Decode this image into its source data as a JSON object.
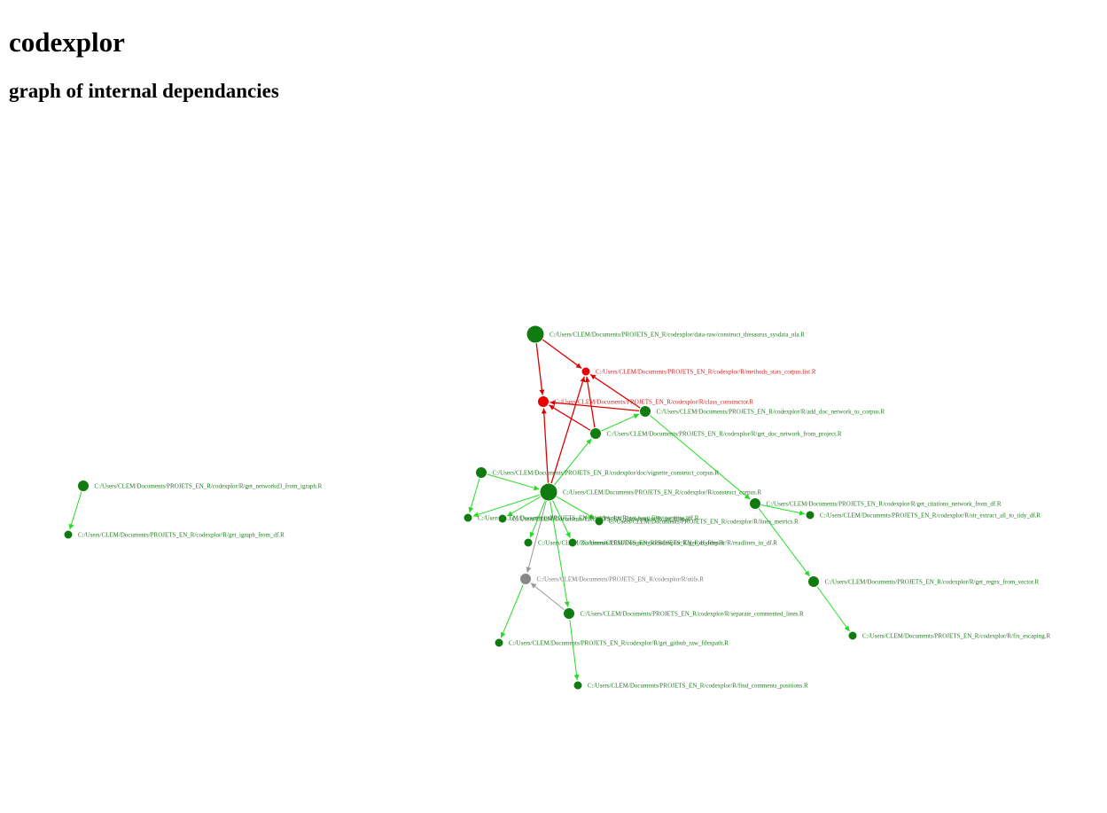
{
  "page": {
    "title": "codexplor",
    "subtitle": "graph of internal dependancies"
  },
  "colors": {
    "green_node": "#107c10",
    "red_node": "#ee0000",
    "grey_node": "#888888",
    "green_edge": "#22dd22",
    "red_edge": "#dd0000",
    "grey_edge": "#999999",
    "green_label": "#1f7a1f",
    "red_label": "#cc2222",
    "grey_label": "#777777"
  },
  "graph": {
    "nodes": [
      {
        "id": "construct_thesaurus",
        "label": "C:/Users/CLEM/Documents/PROJETS_EN_R/codexplor/data-raw/construct_thesaurus_sysdata_nla.R",
        "color": "green",
        "size": "large"
      },
      {
        "id": "methods_stats",
        "label": "C:/Users/CLEM/Documents/PROJETS_EN_R/codexplor/R/methods_stats_corpus.list.R",
        "color": "red",
        "size": "small"
      },
      {
        "id": "class_constructor",
        "label": "C:/Users/CLEM/Documents/PROJETS_EN_R/codexplor/R/class_constructor.R",
        "color": "red",
        "size": "medium"
      },
      {
        "id": "add_doc_network",
        "label": "C:/Users/CLEM/Documents/PROJETS_EN_R/codexplor/R/add_doc_network_to_corpus.R",
        "color": "green",
        "size": "medium"
      },
      {
        "id": "get_doc_network",
        "label": "C:/Users/CLEM/Documents/PROJETS_EN_R/codexplor/R/get_doc_network_from_project.R",
        "color": "green",
        "size": "medium"
      },
      {
        "id": "vignette",
        "label": "C:/Users/CLEM/Documents/PROJETS_EN_R/codexplor/doc/vignette_construct_corpus.R",
        "color": "green",
        "size": "medium"
      },
      {
        "id": "construct_corpus",
        "label": "C:/Users/CLEM/Documents/PROJETS_EN_R/codexplor/R/construct_corpus.R",
        "color": "green",
        "size": "large"
      },
      {
        "id": "get_citations",
        "label": "C:/Users/CLEM/Documents/PROJETS_EN_R/codexplor/R/get_citations_network_from_df.R",
        "color": "green",
        "size": "medium"
      },
      {
        "id": "str_extract",
        "label": "C:/Users/CLEM/Documents/PROJETS_EN_R/codexplor/R/str_extract_all_to_tidy_df.R",
        "color": "green",
        "size": "small"
      },
      {
        "id": "lines_metrics",
        "label": "C:/Users/CLEM/Documents/PROJETS_EN_R/codexplor/R/lines_metrics.R",
        "color": "green",
        "size": "small"
      },
      {
        "id": "ov_a",
        "label": "C:/Users/CLEM/Documents/PROJETS_EN_R/codexplor/R/get_text_files_patterns_df.R",
        "color": "green",
        "size": "small"
      },
      {
        "id": "ov_b",
        "label": "C:/Users/CLEM/Documents/PROJETS_EN_R/codexplor/R/list_files.R",
        "color": "green",
        "size": "small"
      },
      {
        "id": "ov_c",
        "label": "C:/Users/CLEM/Documents/PROJETS_EN_R/codexplor/R/readlines_in_df.R",
        "color": "green",
        "size": "small"
      },
      {
        "id": "ov_d",
        "label": "C:/Users/CLEM/Documents/PROJETS_EN_R/codexplor/R/get_df_files.R",
        "color": "green",
        "size": "small"
      },
      {
        "id": "utils",
        "label": "C:/Users/CLEM/Documents/PROJETS_EN_R/codexplor/R/utils.R",
        "color": "grey",
        "size": "medium"
      },
      {
        "id": "separate_commented",
        "label": "C:/Users/CLEM/Documents/PROJETS_EN_R/codexplor/R/separate_commented_lines.R",
        "color": "green",
        "size": "medium"
      },
      {
        "id": "get_github",
        "label": "C:/Users/CLEM/Documents/PROJETS_EN_R/codexplor/R/get_github_raw_filespath.R",
        "color": "green",
        "size": "small"
      },
      {
        "id": "find_comments",
        "label": "C:/Users/CLEM/Documents/PROJETS_EN_R/codexplor/R/find_comments_positions.R",
        "color": "green",
        "size": "small"
      },
      {
        "id": "get_regex",
        "label": "C:/Users/CLEM/Documents/PROJETS_EN_R/codexplor/R/get_regex_from_vector.R",
        "color": "green",
        "size": "medium"
      },
      {
        "id": "fix_escaping",
        "label": "C:/Users/CLEM/Documents/PROJETS_EN_R/codexplor/R/fix_escaping.R",
        "color": "green",
        "size": "small"
      },
      {
        "id": "networkd3",
        "label": "C:/Users/CLEM/Documents/PROJETS_EN_R/codexplor/R/get_networkd3_from_igraph.R",
        "color": "green",
        "size": "medium"
      },
      {
        "id": "igraph",
        "label": "C:/Users/CLEM/Documents/PROJETS_EN_R/codexplor/R/get_igraph_from_df.R",
        "color": "green",
        "size": "small"
      }
    ],
    "edges": [
      {
        "from": "construct_thesaurus",
        "to": "methods_stats",
        "color": "red"
      },
      {
        "from": "construct_thesaurus",
        "to": "class_constructor",
        "color": "red"
      },
      {
        "from": "add_doc_network",
        "to": "class_constructor",
        "color": "red"
      },
      {
        "from": "add_doc_network",
        "to": "methods_stats",
        "color": "red"
      },
      {
        "from": "get_doc_network",
        "to": "class_constructor",
        "color": "red"
      },
      {
        "from": "construct_corpus",
        "to": "class_constructor",
        "color": "red"
      },
      {
        "from": "construct_corpus",
        "to": "methods_stats",
        "color": "red"
      },
      {
        "from": "get_doc_network",
        "to": "methods_stats",
        "color": "red"
      },
      {
        "from": "get_doc_network",
        "to": "add_doc_network",
        "color": "green"
      },
      {
        "from": "construct_corpus",
        "to": "get_doc_network",
        "color": "green"
      },
      {
        "from": "add_doc_network",
        "to": "get_citations",
        "color": "green"
      },
      {
        "from": "get_citations",
        "to": "str_extract",
        "color": "green"
      },
      {
        "from": "get_citations",
        "to": "get_regex",
        "color": "green"
      },
      {
        "from": "get_regex",
        "to": "fix_escaping",
        "color": "green"
      },
      {
        "from": "vignette",
        "to": "construct_corpus",
        "color": "green"
      },
      {
        "from": "vignette",
        "to": "ov_a",
        "color": "green"
      },
      {
        "from": "construct_corpus",
        "to": "ov_a",
        "color": "green"
      },
      {
        "from": "construct_corpus",
        "to": "ov_b",
        "color": "green"
      },
      {
        "from": "construct_corpus",
        "to": "lines_metrics",
        "color": "green"
      },
      {
        "from": "construct_corpus",
        "to": "ov_c",
        "color": "green"
      },
      {
        "from": "construct_corpus",
        "to": "ov_d",
        "color": "green"
      },
      {
        "from": "construct_corpus",
        "to": "separate_commented",
        "color": "green"
      },
      {
        "from": "construct_corpus",
        "to": "utils",
        "color": "grey"
      },
      {
        "from": "separate_commented",
        "to": "utils",
        "color": "grey"
      },
      {
        "from": "separate_commented",
        "to": "find_comments",
        "color": "green"
      },
      {
        "from": "utils",
        "to": "get_github",
        "color": "green"
      },
      {
        "from": "networkd3",
        "to": "igraph",
        "color": "green"
      }
    ]
  }
}
